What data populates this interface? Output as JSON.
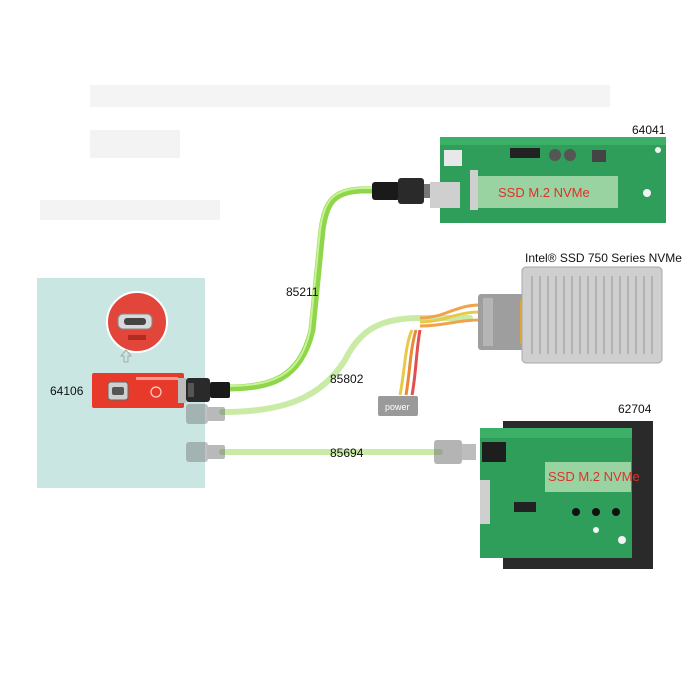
{
  "labels": {
    "adapter_64106": "64106",
    "board_64041": "64041",
    "ssd_intel": "Intel® SSD 750 Series NVMe",
    "board_62704": "62704",
    "cable_85211": "85211",
    "cable_85802": "85802",
    "cable_85694": "85694",
    "power": "power",
    "ssd_m2_top": "SSD M.2 NVMe",
    "ssd_m2_bottom": "SSD M.2 NVMe"
  },
  "colors": {
    "panel_bg": "#c9e6e2",
    "adapter_red": "#e83a2a",
    "pcb_green": "#2f9e5a",
    "cable_green": "#8fd64a",
    "ssd_gray": "#cfcfcf",
    "connector_black": "#1e1e1e"
  }
}
